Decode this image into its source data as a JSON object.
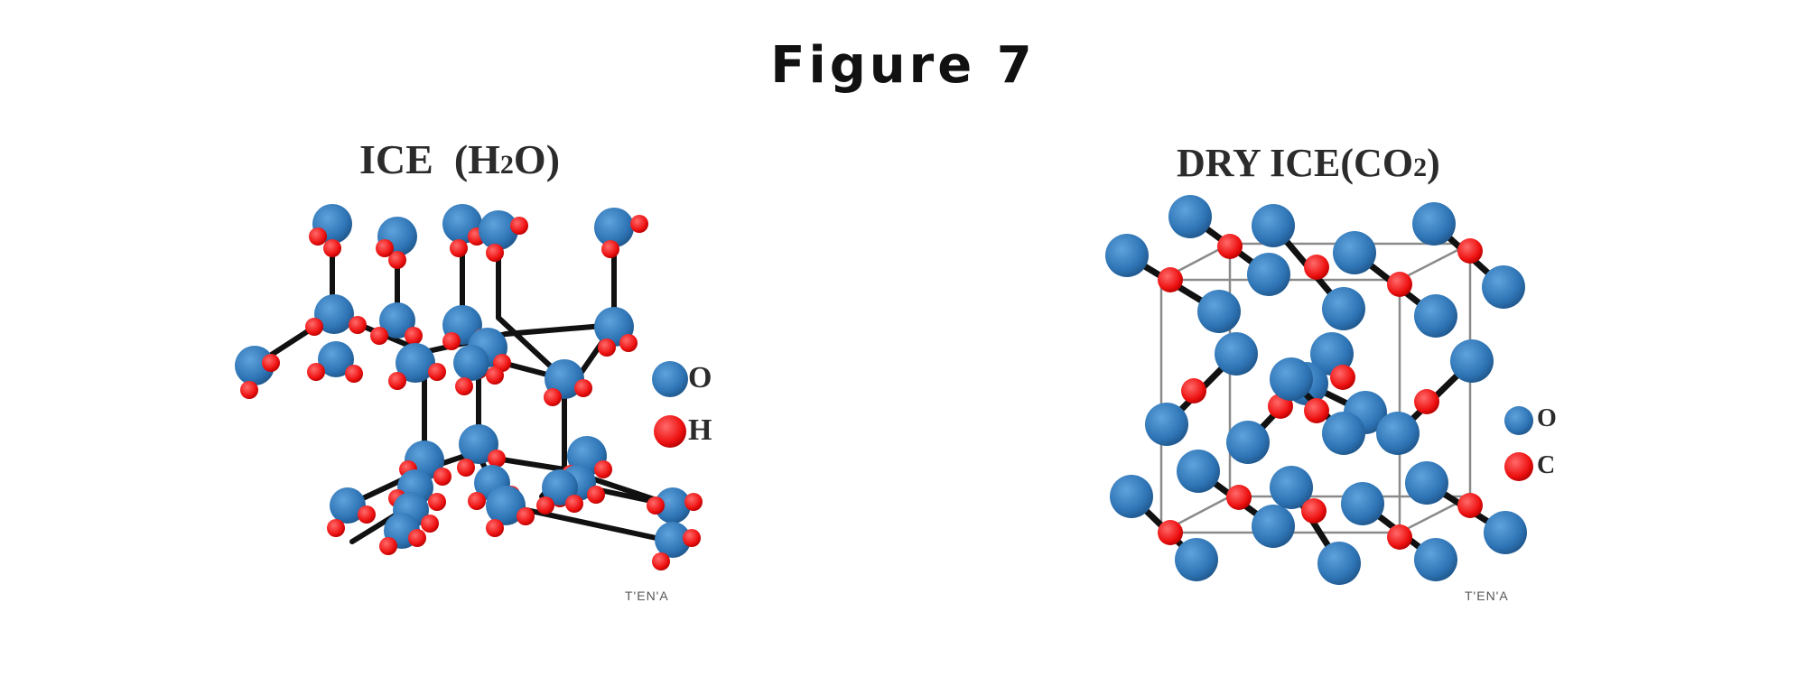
{
  "figure": {
    "title": "Figure 7"
  },
  "ice": {
    "title_main": "ICE",
    "title_formula_a": "(H",
    "title_formula_sub": "2",
    "title_formula_b": "O)",
    "legend": [
      {
        "label": "O",
        "color": "#2e74b5"
      },
      {
        "label": "H",
        "color": "#ee1111"
      }
    ],
    "credit": "T'EN'A"
  },
  "dry_ice": {
    "title_main": "DRY ICE",
    "title_formula_a": "(CO",
    "title_formula_sub": "2",
    "title_formula_b": ")",
    "legend": [
      {
        "label": "O",
        "color": "#2e74b5"
      },
      {
        "label": "C",
        "color": "#ee1111"
      }
    ],
    "credit": "T'EN'A"
  },
  "colors": {
    "oxygen": "#2e74b5",
    "hydrogen": "#ee1111",
    "carbon": "#ee1111",
    "bond": "#111111",
    "cell_edge": "#8a8a8a"
  }
}
